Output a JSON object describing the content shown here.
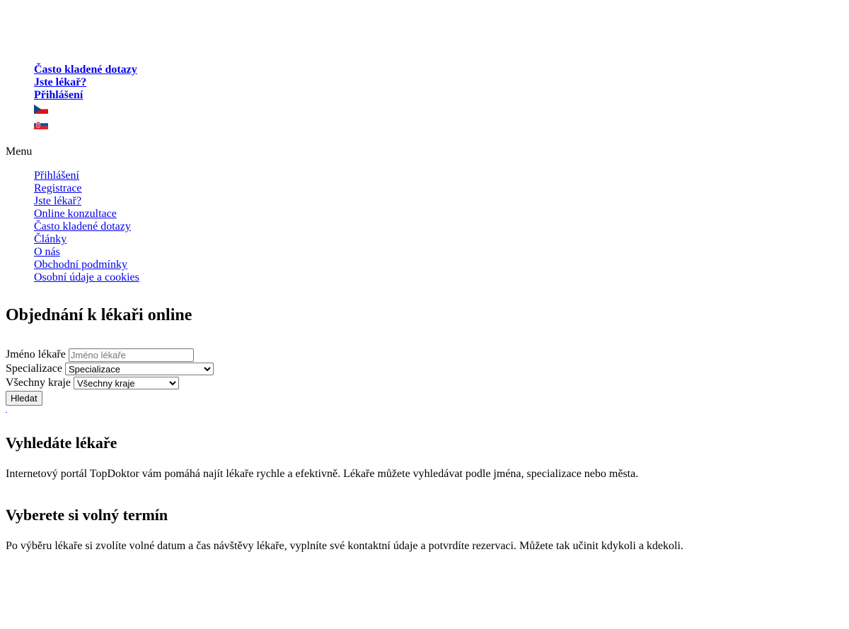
{
  "topnav": {
    "items": [
      "Často kladené dotazy",
      "Jste lékař?",
      "Přihlášení"
    ],
    "flags": [
      {
        "name": "czech-flag-icon",
        "colors": [
          "#ffffff",
          "#d7141a",
          "#11457e"
        ]
      },
      {
        "name": "slovak-flag-icon",
        "colors": [
          "#ffffff",
          "#0b4ea2",
          "#ee1c25"
        ]
      }
    ]
  },
  "menu": {
    "label": "Menu",
    "items": [
      "Přihlášení",
      "Registrace",
      "Jste lékař?",
      "Online konzultace",
      "Často kladené dotazy",
      "Články",
      "O nás",
      "Obchodní podmínky",
      "Osobní údaje a cookies"
    ]
  },
  "hero": {
    "title": "Objednání k lékaři online"
  },
  "search": {
    "name_label": "Jméno lékaře",
    "name_placeholder": "Jméno lékaře",
    "spec_label": "Specializace",
    "spec_selected": "Specializace",
    "region_label": "Všechny kraje",
    "region_selected": "Všechny kraje",
    "submit_label": "Hledat"
  },
  "steps": [
    {
      "title": "Vyhledáte lékaře",
      "text": "Internetový portál TopDoktor vám pomáhá najít lékaře rychle a efektivně. Lékaře můžete vyhledávat podle jména, specializace nebo města."
    },
    {
      "title": "Vyberete si volný termín",
      "text": "Po výběru lékaře si zvolíte volné datum a čas návštěvy lékaře, vyplníte své kontaktní údaje a potvrdíte rezervaci. Můžete tak učinit kdykoli a kdekoli."
    }
  ]
}
